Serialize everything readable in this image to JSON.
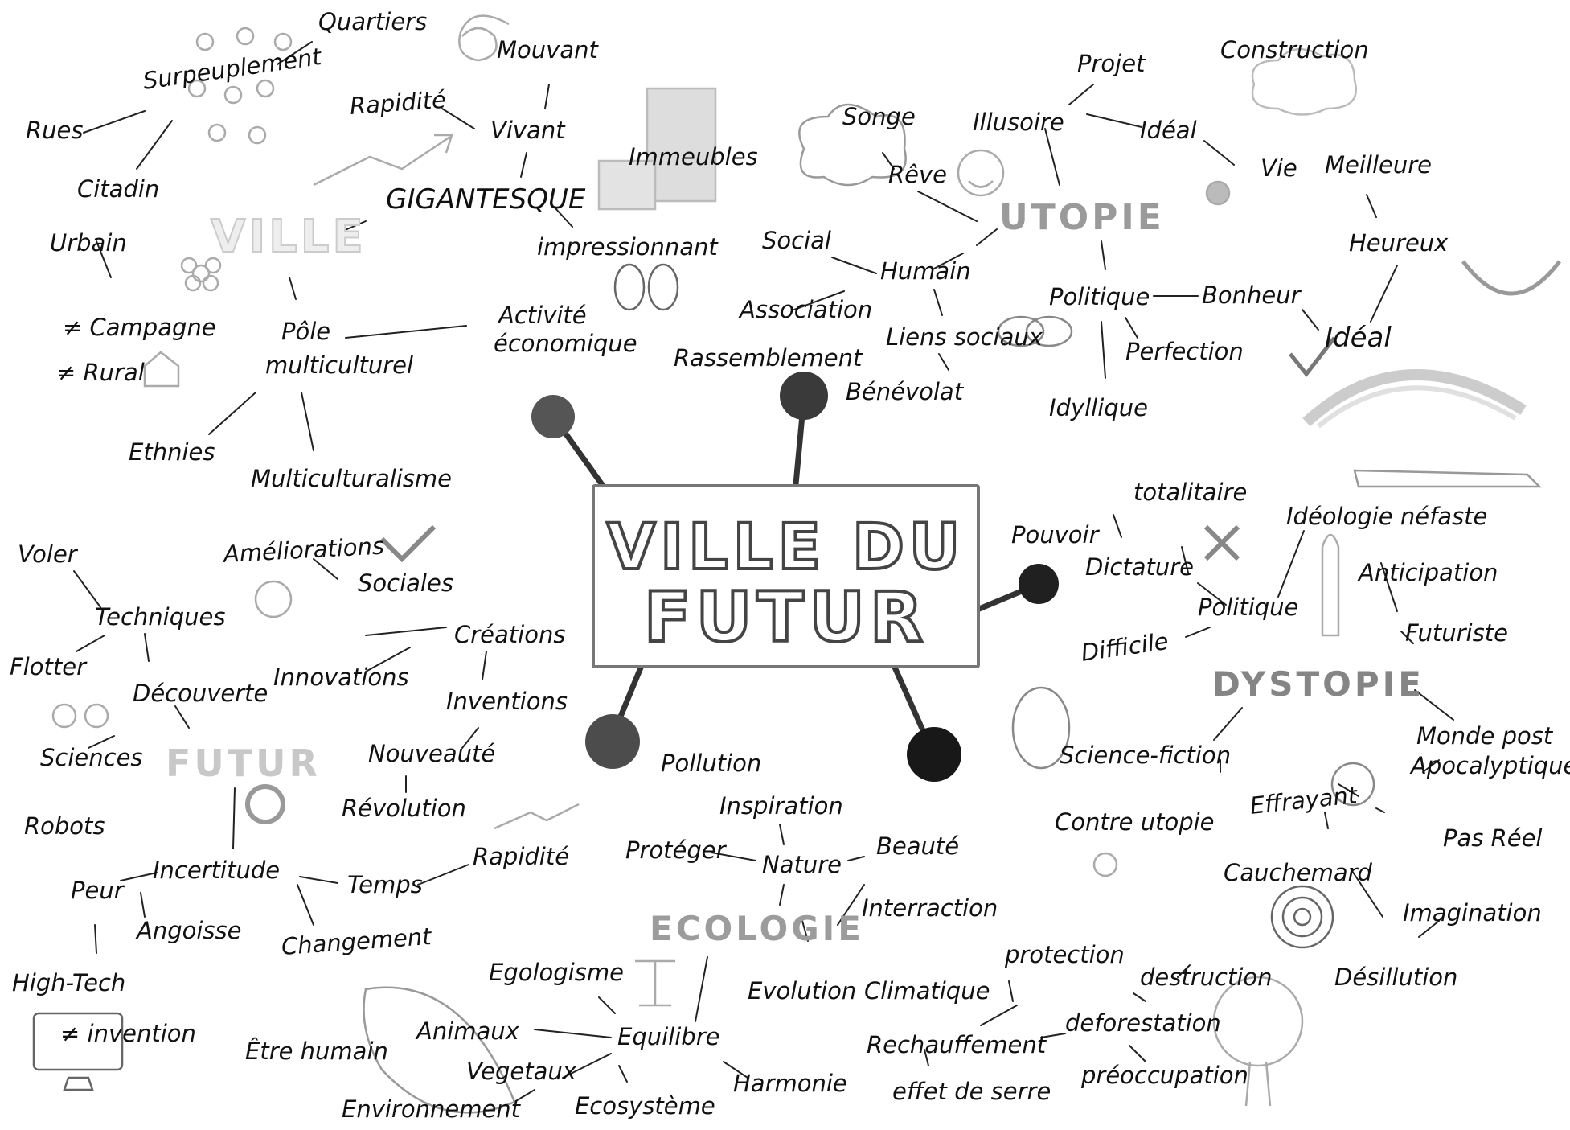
{
  "center": {
    "line1": "VILLE DU",
    "line2": "FUTUR"
  },
  "themes": {
    "ville": "VILLE",
    "utopie": "UTOPIE",
    "dystopie": "DYSTOPIE",
    "futur": "FUTUR",
    "ecologie": "ECOLOGIE"
  },
  "words": {
    "ville": {
      "quartiers": "Quartiers",
      "surpeuplement": "Surpeuplement",
      "rues": "Rues",
      "citadin": "Citadin",
      "urbain": "Urbain",
      "campagne": "≠ Campagne",
      "rural": "≠ Rural",
      "rapidite": "Rapidité",
      "mouvant": "Mouvant",
      "vivant": "Vivant",
      "gigantesque": "GIGANTESQUE",
      "immeubles": "Immeubles",
      "impressionnant": "impressionnant",
      "activite": "Activité",
      "economique": "économique",
      "pole": "Pôle",
      "multiculturel": "multiculturel",
      "ethnies": "Ethnies",
      "multiculturalisme": "Multiculturalisme"
    },
    "utopie": {
      "songe": "Songe",
      "reve": "Rêve",
      "projet": "Projet",
      "illusoire": "Illusoire",
      "construction": "Construction",
      "ideal_top": "Idéal",
      "vie": "Vie",
      "meilleure": "Meilleure",
      "heureux": "Heureux",
      "ideal_right": "Idéal",
      "social": "Social",
      "humain": "Humain",
      "association": "Association",
      "rassemblement": "Rassemblement",
      "liens_sociaux": "Liens sociaux",
      "benevolat": "Bénévolat",
      "politique": "Politique",
      "bonheur": "Bonheur",
      "perfection": "Perfection",
      "idyllique": "Idyllique"
    },
    "dystopie": {
      "totalitaire": "totalitaire",
      "pouvoir": "Pouvoir",
      "dictature": "Dictature",
      "ideologie": "Idéologie néfaste",
      "anticipation": "Anticipation",
      "futuriste": "Futuriste",
      "politique": "Politique",
      "difficile": "Difficile",
      "monde_post": "Monde post",
      "apocalyptique": "Apocalyptique",
      "science_fiction": "Science-fiction",
      "contre_utopie": "Contre utopie",
      "effrayant": "Effrayant",
      "pas_reel": "Pas Réel",
      "cauchemard": "Cauchemard",
      "imagination": "Imagination",
      "desillution": "Désillution"
    },
    "futur": {
      "voler": "Voler",
      "techniques": "Techniques",
      "flotter": "Flotter",
      "decouverte": "Découverte",
      "sciences": "Sciences",
      "robots": "Robots",
      "peur": "Peur",
      "incertitude": "Incertitude",
      "angoisse": "Angoisse",
      "high_tech": "High-Tech",
      "invention_neg": "≠ invention",
      "ameliorations": "Améliorations",
      "sociales": "Sociales",
      "innovations": "Innovations",
      "creations": "Créations",
      "inventions": "Inventions",
      "nouveaute": "Nouveauté",
      "revolution": "Révolution",
      "temps": "Temps",
      "rapidite": "Rapidité",
      "changement": "Changement"
    },
    "ecologie": {
      "pollution": "Pollution",
      "inspiration": "Inspiration",
      "proteger": "Protéger",
      "nature": "Nature",
      "beaute": "Beauté",
      "interraction": "Interraction",
      "egologisme": "Egologisme",
      "evolution": "Evolution",
      "climatique": "Climatique",
      "protection": "protection",
      "destruction": "destruction",
      "animaux": "Animaux",
      "equilibre": "Equilibre",
      "etre_humain": "Être humain",
      "vegetaux": "Vegetaux",
      "environnement": "Environnement",
      "ecosysteme": "Ecosystème",
      "harmonie": "Harmonie",
      "rechauffement": "Rechauffement",
      "deforestation": "deforestation",
      "effet_de_serre": "effet de serre",
      "preoccupation": "préoccupation"
    }
  }
}
